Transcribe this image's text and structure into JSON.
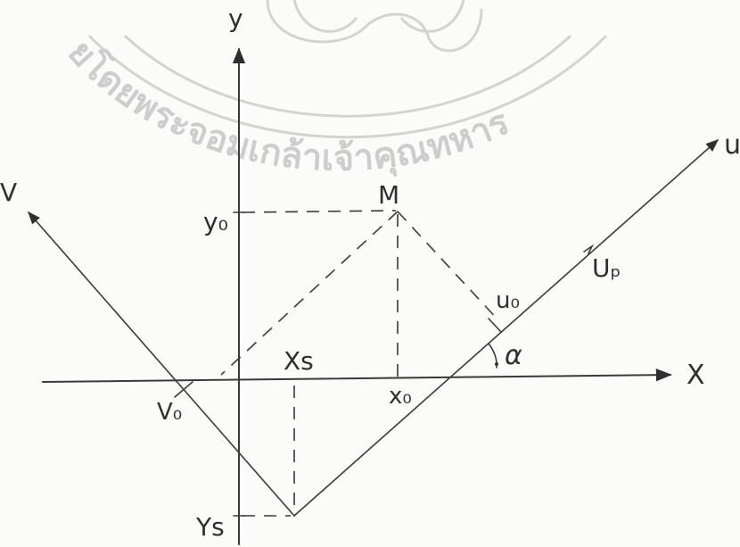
{
  "labels": {
    "y_axis": "y",
    "x_axis": "X",
    "u_axis": "u",
    "v_axis": "V",
    "point_m": "M",
    "y0": "y₀",
    "ys": "Ys",
    "xs": "Xs",
    "x0": "x₀",
    "v0": "V₀",
    "u0": "u₀",
    "up": "Uₚ",
    "alpha": "α"
  },
  "watermark": {
    "text": "ยโดยพระจอมเกล้าเจ้าคุณทหาร",
    "color": "#c9c9c9"
  }
}
